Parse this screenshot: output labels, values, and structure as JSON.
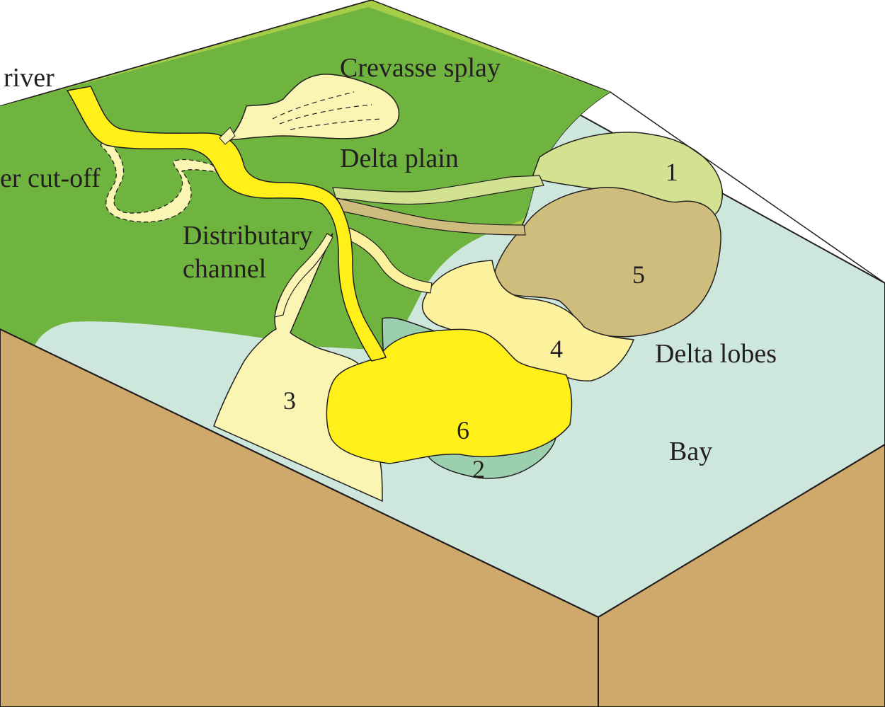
{
  "labels": {
    "river": "river",
    "crevasse_splay": "Crevasse splay",
    "delta_plain": "Delta plain",
    "cut_off": "er cut-off",
    "distributary_line1": "Distributary",
    "distributary_line2": "channel",
    "delta_lobes": "Delta lobes",
    "bay": "Bay"
  },
  "lobes": {
    "lobe_1": "1",
    "lobe_2": "2",
    "lobe_3": "3",
    "lobe_4": "4",
    "lobe_5": "5",
    "lobe_6": "6"
  },
  "colors": {
    "delta_plain": "#a6cd48",
    "floodplain": "#6fb43f",
    "bay": "#cde7dc",
    "block_side": "#cfa96b",
    "active_channel": "#fff01a",
    "splay": "#fbf5b4",
    "lobe_1": "#d2e290",
    "lobe_2": "#9ccfae",
    "lobe_4": "#fcf19c",
    "lobe_5": "#cfbd7d"
  }
}
